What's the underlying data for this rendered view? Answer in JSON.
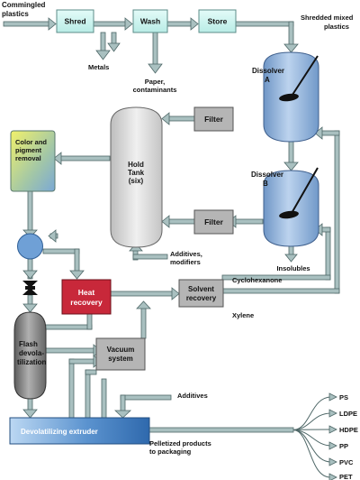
{
  "colors": {
    "pipe_fill": "#a9c0c0",
    "pipe_edge": "#4e6767",
    "box_cyan": "#ccf5f1",
    "box_gray": "#b5b5b5",
    "vessel_blue": "#8fb2de",
    "vessel_gray": "#d8d8d8",
    "heat_red": "#c8283a",
    "extruder_blue": "#4a86c4"
  },
  "labels": {
    "commingled_1": "Commingled",
    "commingled_2": "plastics",
    "shred": "Shred",
    "wash": "Wash",
    "store": "Store",
    "metals": "Metals",
    "paper_1": "Paper,",
    "paper_2": "contaminants",
    "shredded_1": "Shredded mixed",
    "shredded_2": "plastics",
    "dissolver_a_1": "Dissolver",
    "dissolver_a_2": "A",
    "dissolver_b_1": "Dissolver",
    "dissolver_b_2": "B",
    "insolubles": "Insolubles",
    "filter_top": "Filter",
    "filter_bottom": "Filter",
    "hold_1": "Hold",
    "hold_2": "Tank",
    "hold_3": "(six)",
    "color_1": "Color and",
    "color_2": "pigment",
    "color_3": "removal",
    "additives_1": "Additives,",
    "additives_2": "modifiers",
    "cyclohexanone": "Cyclohexanone",
    "solvent_1": "Solvent",
    "solvent_2": "recovery",
    "xylene": "Xylene",
    "heat_1": "Heat",
    "heat_2": "recovery",
    "flash_1": "Flash",
    "flash_2": "devola-",
    "flash_3": "tilization",
    "vacuum_1": "Vacuum",
    "vacuum_2": "system",
    "additives_ext": "Additives",
    "extruder": "Devolatilizing extruder",
    "pelletized_1": "Pelletized products",
    "pelletized_2": "to packaging"
  },
  "products": [
    "PS",
    "LDPE",
    "HDPE",
    "PP",
    "PVC",
    "PET"
  ]
}
